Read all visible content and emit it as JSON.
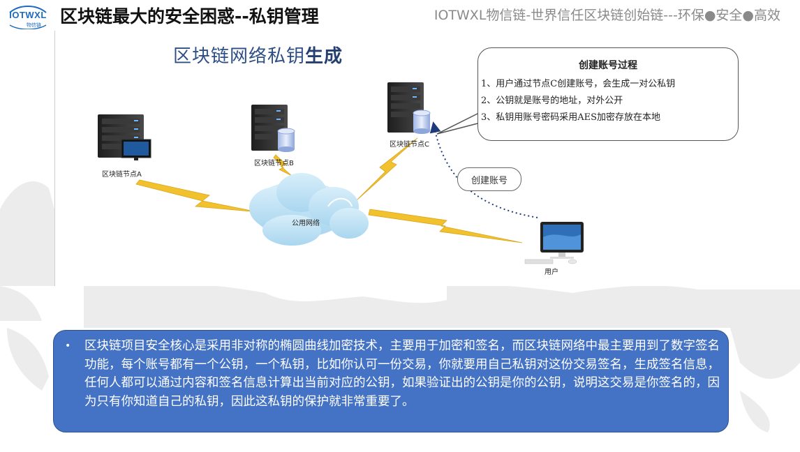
{
  "header": {
    "logo_text": "IOTWXL",
    "logo_subtext": "物信链",
    "title": "区块链最大的安全困惑--私钥管理",
    "tagline": "IOTWXL物信链-世界信任区块链创始链---环保●安全●高效"
  },
  "diagram": {
    "title_normal": "区块链网络私钥",
    "title_bold": "生成",
    "nodes": {
      "a": "区块链节点A",
      "b": "区块链节点B",
      "c": "区块链节点C",
      "cloud": "公用网络",
      "user": "用户"
    },
    "callout": {
      "title": "创建账号过程",
      "items": [
        "1、用户通过节点C创建账号，会生成一对公私钥",
        "2、公钥就是账号的地址，对外公开",
        "3、私钥用账号密码采用AES加密存放在本地"
      ]
    },
    "bubble_label": "创建账号"
  },
  "description": {
    "bullet": "•",
    "text": "区块链项目安全核心是采用非对称的椭圆曲线加密技术，主要用于加密和签名，而区块链网络中最主要用到了数字签名功能，每个账号都有一个公钥，一个私钥，比如你认可一份交易，你就要用自己私钥对这份交易签名，生成签名信息，任何人都可以通过内容和签名信息计算出当前对应的公钥，如果验证出的公钥是你的公钥，说明这交易是你签名的，因为只有你知道自己的私钥，因此这私钥的保护就非常重要了。"
  },
  "colors": {
    "title_blue": "#2d4f86",
    "box_blue": "#4472c4",
    "lightning": "#f2c12e",
    "cloud": "#bfe3f5",
    "server": "#2f2f2f",
    "map_gray": "#e6e6e6"
  }
}
